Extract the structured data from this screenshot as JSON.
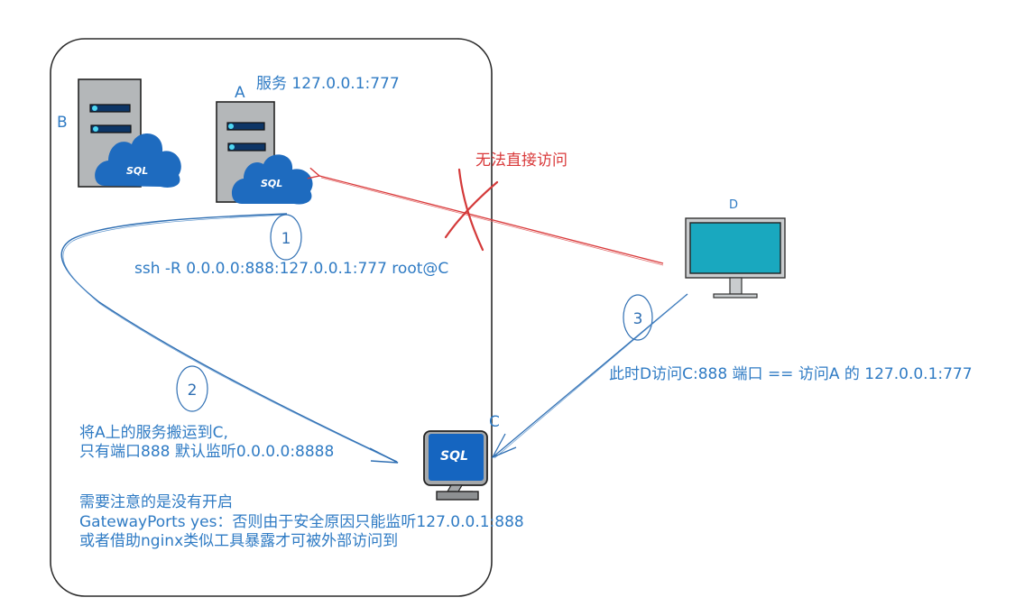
{
  "colors": {
    "accent_blue": "#2f7bc4",
    "warning_red": "#d9393a",
    "cloud_blue": "#1e6bbf",
    "server_gray": "#b4b7b9",
    "monitor_screen": "#19a8bf"
  },
  "nodes": {
    "A": {
      "letter": "A",
      "service_label": "服务 127.0.0.1:777",
      "cloud_text": "SQL"
    },
    "B": {
      "letter": "B",
      "cloud_text": "SQL"
    },
    "C": {
      "letter": "C",
      "screen_text": "SQL"
    },
    "D": {
      "letter": "D"
    }
  },
  "steps": [
    {
      "number": "1",
      "text": "ssh -R  0.0.0.0:888:127.0.0.1:777 root@C"
    },
    {
      "number": "2",
      "lines": [
        "将A上的服务搬运到C,",
        "只有端口888 默认监听0.0.0.0:8888"
      ]
    },
    {
      "number": "3",
      "text": "此时D访问C:888 端口 == 访问A 的 127.0.0.1:777"
    }
  ],
  "blocked": {
    "text": "无法直接访问"
  },
  "note": {
    "lines": [
      "需要注意的是没有开启",
      "GatewayPorts yes：否则由于安全原因只能监听127.0.0.1:888",
      "或者借助nginx类似工具暴露才可被外部访问到"
    ]
  }
}
